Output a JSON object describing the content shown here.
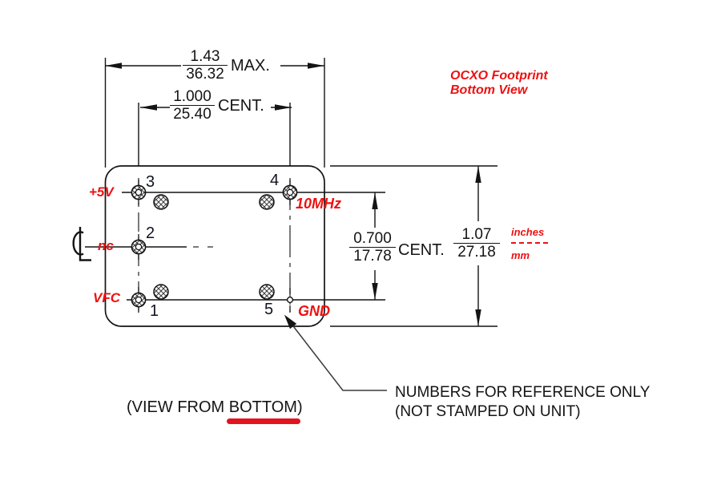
{
  "title": {
    "line1": "OCXO Footprint",
    "line2": "Bottom View"
  },
  "units_legend": {
    "numerator": "inches",
    "denominator": "mm"
  },
  "dimensions": {
    "body_width": {
      "inches": "1.43",
      "mm": "36.32",
      "qualifier": "MAX."
    },
    "pin_column_spacing": {
      "inches": "1.000",
      "mm": "25.40",
      "qualifier": "CENT."
    },
    "pin_row_spacing": {
      "inches": "0.700",
      "mm": "17.78",
      "qualifier": "CENT."
    },
    "body_height": {
      "inches": "1.07",
      "mm": "27.18"
    }
  },
  "pins": {
    "pin1": {
      "number": "1",
      "signal": "VFC"
    },
    "pin2": {
      "number": "2",
      "signal": "nc"
    },
    "pin3": {
      "number": "3",
      "signal": "+5V"
    },
    "pin4": {
      "number": "4",
      "signal": "10MHz"
    },
    "pin5": {
      "number": "5",
      "signal": "GND"
    }
  },
  "notes": {
    "view_label": "(VIEW FROM BOTTOM)",
    "reference_note_line1": "NUMBERS FOR REFERENCE ONLY",
    "reference_note_line2": "(NOT STAMPED ON UNIT)"
  },
  "colors": {
    "label_red": "#ee1111",
    "underline_red": "#e2131e",
    "line_black": "#141414"
  }
}
